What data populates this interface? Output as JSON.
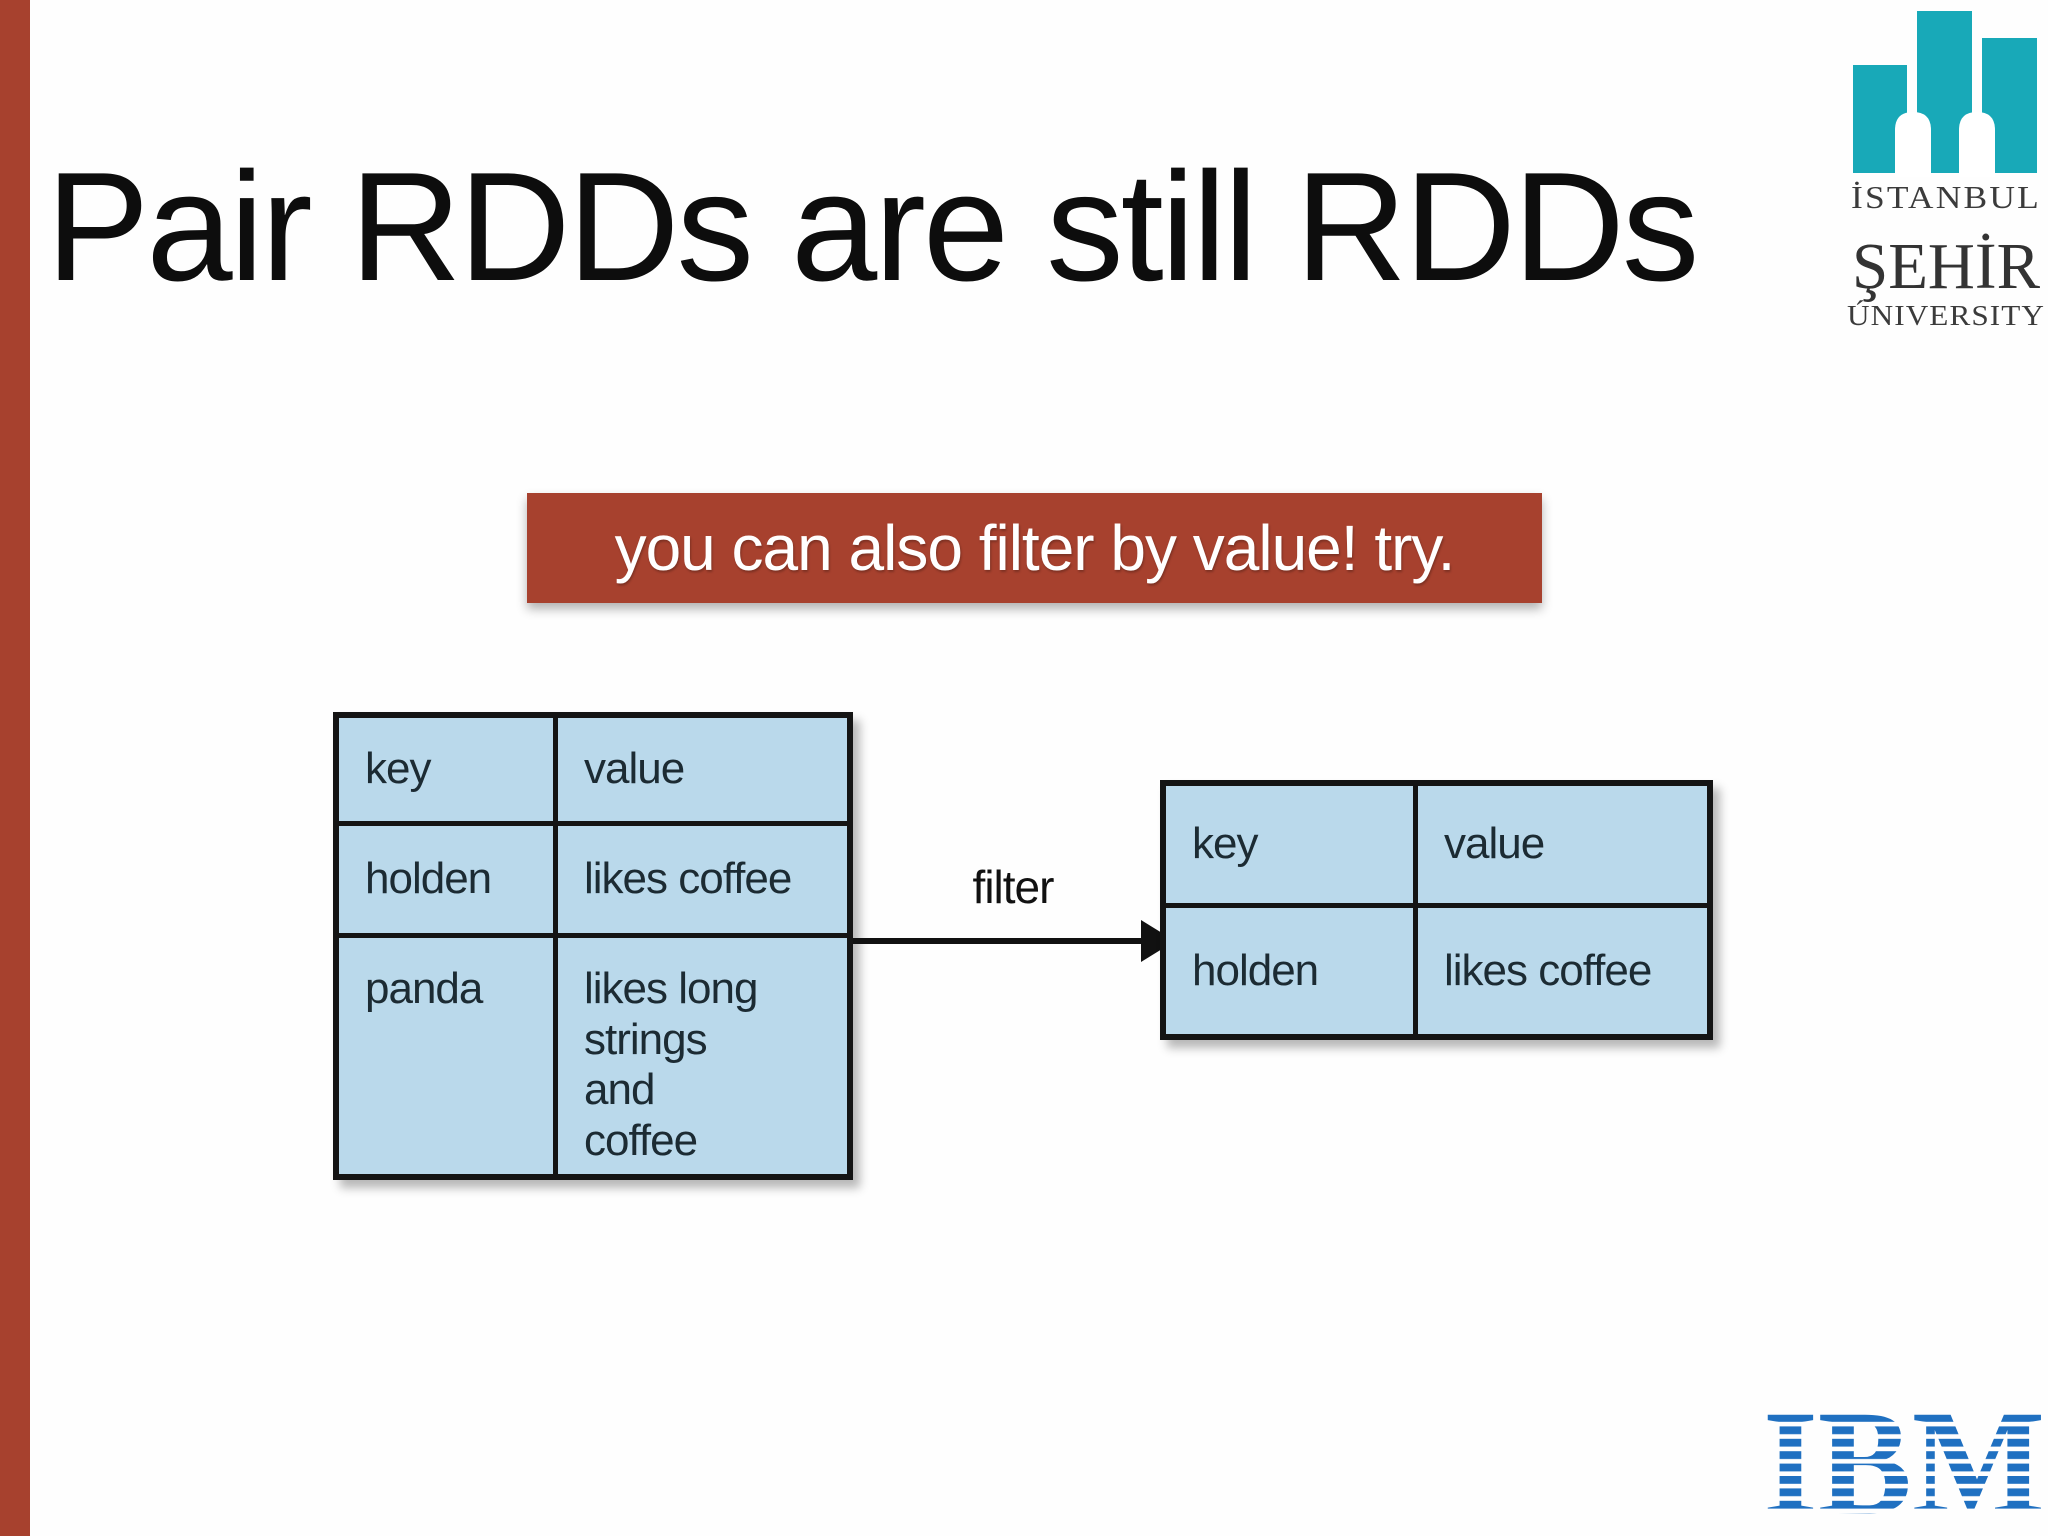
{
  "slide": {
    "title": "Pair RDDs are still RDDs",
    "banner": {
      "text": "you can also filter by value! try.",
      "bg_color": "#a7412e",
      "text_color": "#ffffff"
    },
    "diagram": {
      "left_table": {
        "headers": [
          "key",
          "value"
        ],
        "rows": [
          [
            "holden",
            "likes coffee"
          ],
          [
            "panda",
            "likes long strings and coffee"
          ]
        ],
        "cell_color": "#bad9eb",
        "border_color": "#141414"
      },
      "arrow_label": "filter",
      "right_table": {
        "headers": [
          "key",
          "value"
        ],
        "rows": [
          [
            "holden",
            "likes coffee"
          ]
        ],
        "cell_color": "#bad9eb",
        "border_color": "#141414"
      }
    },
    "logos": {
      "sehir": {
        "line1": "İSTANBUL",
        "line2": "ŞEHİR",
        "line3": "ÚNIVERSITY",
        "mark_color": "#18a9b8",
        "text_color": "#3b3b3b"
      },
      "ibm": {
        "text": "IBM",
        "color": "#1f70c1"
      }
    },
    "left_stripe_color": "#a7412e"
  }
}
